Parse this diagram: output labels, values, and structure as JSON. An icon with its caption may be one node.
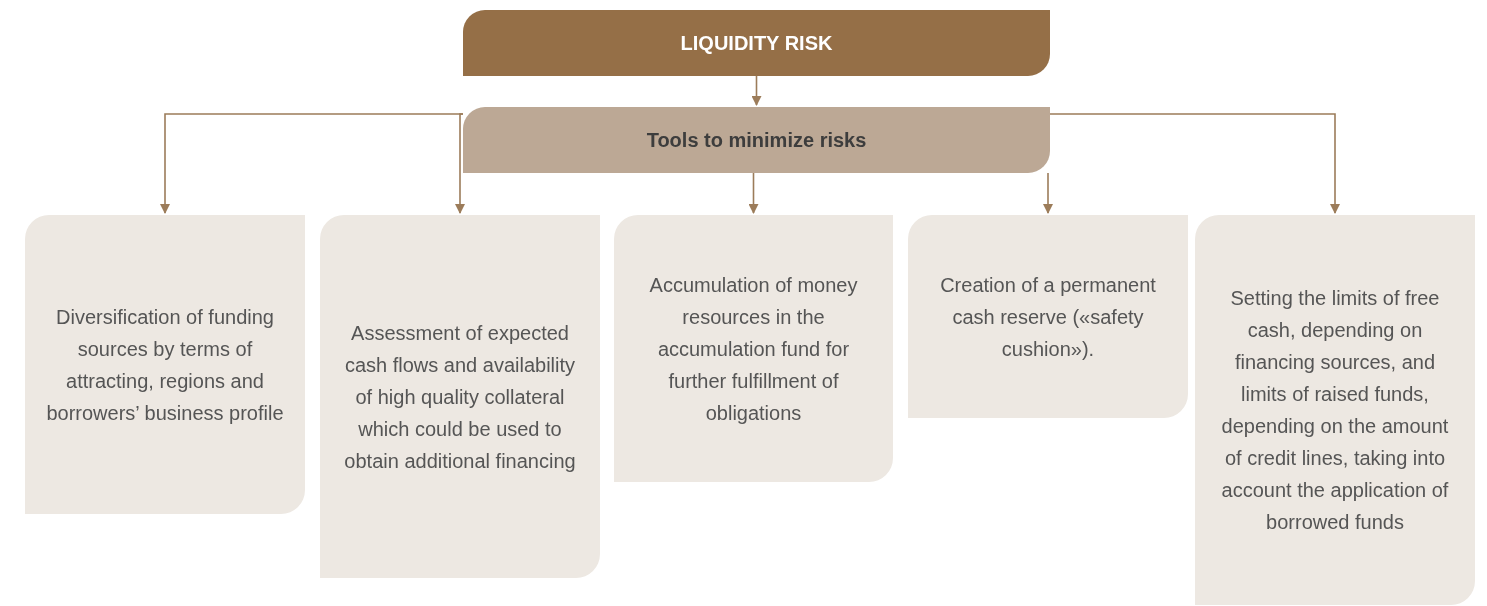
{
  "diagram": {
    "nodes": [
      {
        "text": [
          "LIQUIDITY RISK"
        ]
      },
      {
        "text": [
          "Tools to minimize risks"
        ]
      },
      {
        "text": [
          "Diversification of funding sources by terms of attracting, regions and borrowers’ business profile"
        ]
      },
      {
        "text": [
          "Assessment of expected cash flows and availability of high quality collateral which could be used to obtain additional financing"
        ]
      },
      {
        "text": [
          "Accumulation of money resources in the accumulation fund for further fulfillment of obligations"
        ]
      },
      {
        "text": [
          "Creation of a permanent cash reserve («safety cushion»)."
        ]
      },
      {
        "text": [
          "Setting the limits of free cash, depending on financing sources, and limits of raised funds, depending on the amount of credit lines, taking into account the application of borrowed funds"
        ]
      }
    ],
    "edges": [
      {
        "from": 0,
        "to": 1,
        "arrow": "to"
      },
      {
        "from": 1,
        "to": 2,
        "arrow": "to"
      },
      {
        "from": 1,
        "to": 3,
        "arrow": "to"
      },
      {
        "from": 1,
        "to": 4,
        "arrow": "to"
      },
      {
        "from": 1,
        "to": 5,
        "arrow": "to"
      },
      {
        "from": 1,
        "to": 6,
        "arrow": "to"
      }
    ]
  }
}
